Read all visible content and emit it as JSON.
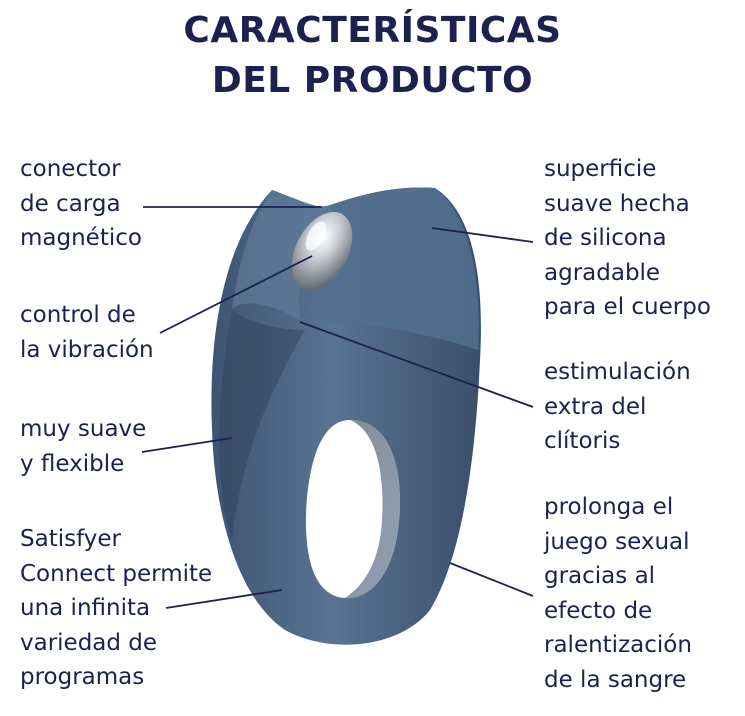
{
  "title_line1": "CARACTERÍSTICAS",
  "title_line2": "DEL PRODUCTO",
  "features": {
    "magnetic_connector": "conector\nde carga\nmagnético",
    "vibration_control": "control de\nla vibración",
    "soft_flexible": "muy suave\ny flexible",
    "satisfyer_connect": "Satisfyer\nConnect permite\nuna infinita\nvariedad de\nprogramas",
    "silicone_surface": "superficie\nsuave hecha\nde silicona\nagradable\npara el cuerpo",
    "clitoris_stimulation": "estimulación\nextra del\nclítoris",
    "prolong_play": "prolonga el\njuego sexual\ngracias al\nefecto de\nralentización\nde la sangre"
  },
  "colors": {
    "text": "#1c2150",
    "product_body": "#4f6786",
    "product_shadow": "#334660",
    "product_highlight": "#6f87a6",
    "metal": "#c9cdd3",
    "line": "#1c2150"
  }
}
